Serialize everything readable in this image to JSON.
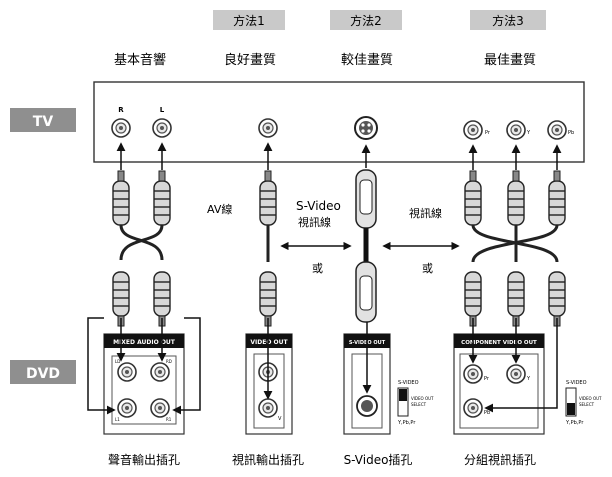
{
  "methods": [
    {
      "tag": "方法1",
      "quality": "良好畫質"
    },
    {
      "tag": "方法2",
      "quality": "較佳畫質"
    },
    {
      "tag": "方法3",
      "quality": "最佳畫質"
    }
  ],
  "basic_label": "基本音響",
  "tv_label": "TV",
  "dvd_label": "DVD",
  "tv_jacks": {
    "r": "R",
    "l": "L",
    "pr": "Pr",
    "y": "Y",
    "pb": "Pb"
  },
  "cable_labels": {
    "av": "AV線",
    "svideo_line1": "S-Video",
    "svideo_line2": "視訊線",
    "video": "視訊線",
    "or1": "或",
    "or2": "或"
  },
  "dvd_panels": {
    "audio": {
      "title": "MIXED AUDIO OUT",
      "jacks": [
        "LD",
        "RD",
        "L1",
        "R1"
      ]
    },
    "video": {
      "title": "VIDEO OUT",
      "jack": "V"
    },
    "svideo": {
      "title": "S-VIDEO OUT"
    },
    "component": {
      "title": "COMPONENT VIDEO OUT",
      "jacks": [
        "Pr",
        "Y",
        "Pb"
      ]
    }
  },
  "switches": {
    "s1": {
      "top": "S-VIDEO",
      "side1": "VIDEO OUT",
      "side2": "SELECT",
      "bottom": "Y,Pb,Pr"
    },
    "s2": {
      "top": "S-VIDEO",
      "side1": "VIDEO OUT",
      "side2": "SELECT",
      "bottom": "Y,Pb,Pr"
    }
  },
  "bottom_labels": [
    "聲音輸出插孔",
    "視訊輸出插孔",
    "S-Video插孔",
    "分組視訊插孔"
  ]
}
